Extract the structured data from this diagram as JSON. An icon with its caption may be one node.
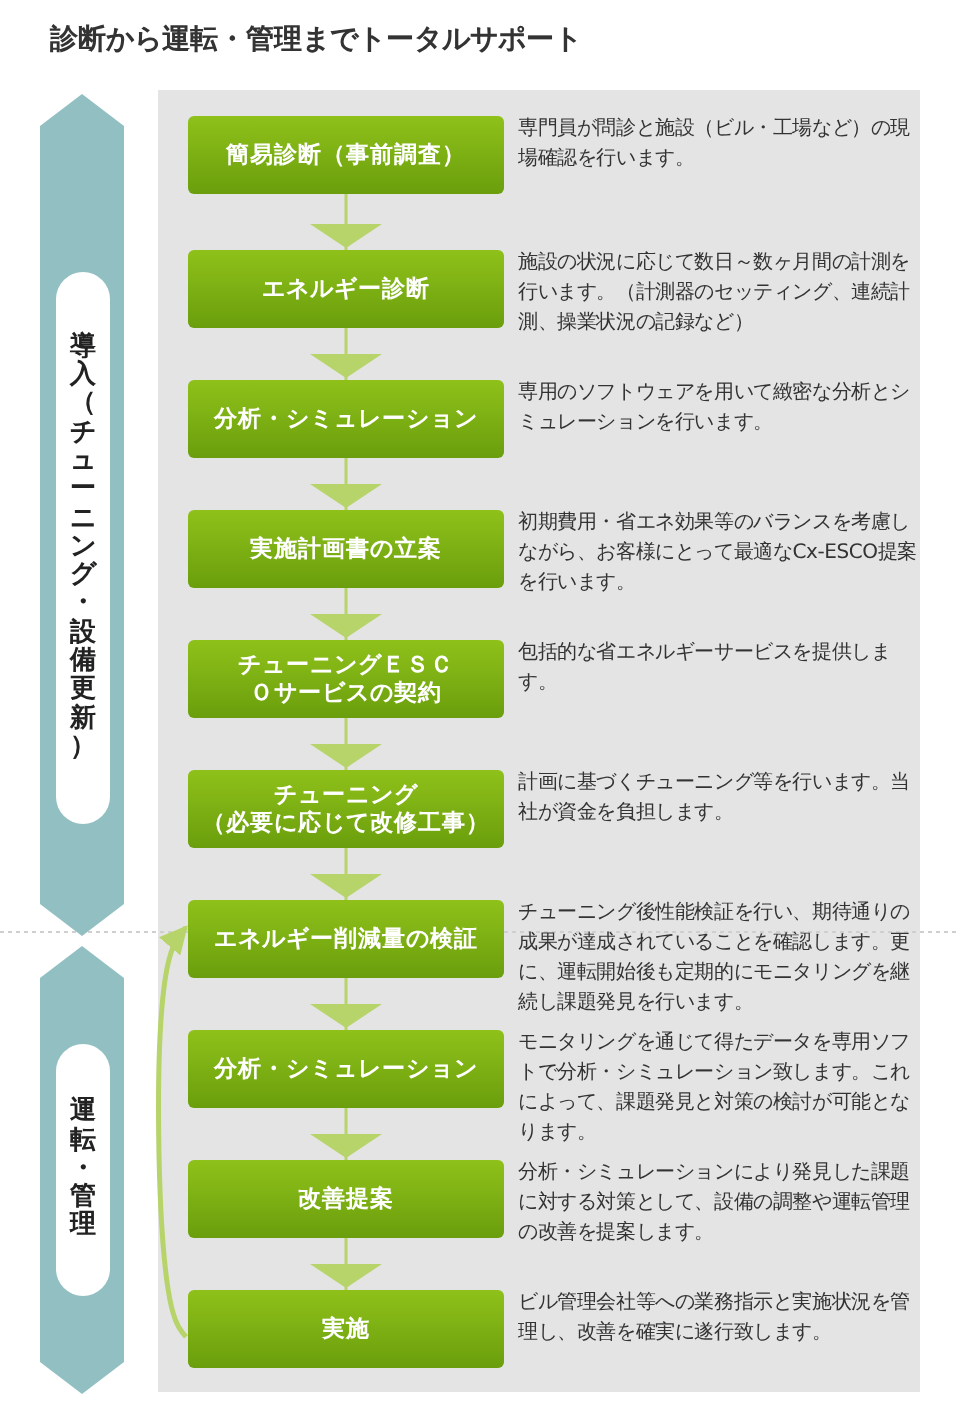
{
  "diagram": {
    "title": "診断から運転・管理までトータルサポート",
    "nodes": [
      {
        "text": [
          "導入（チューニング・設備更新）"
        ]
      },
      {
        "text": [
          "運転・管理"
        ]
      },
      {
        "text": [
          "簡易診断（事前調査）"
        ],
        "beside": [
          "専門員が問診と施設（ビル・工場など）の現場確認を行います。"
        ]
      },
      {
        "text": [
          "エネルギー診断"
        ],
        "beside": [
          "施設の状況に応じて数日～数ヶ月間の計測を行います。（計測器のセッティング、連続計測、操業状況の記録など）"
        ]
      },
      {
        "text": [
          "分析・シミュレーション"
        ],
        "beside": [
          "専用のソフトウェアを用いて緻密な分析とシミュレーションを行います。"
        ]
      },
      {
        "text": [
          "実施計画書の立案"
        ],
        "beside": [
          "初期費用・省エネ効果等のバランスを考慮しながら、お客様にとって最適なCx-ESCO提案を行います。"
        ]
      },
      {
        "text": [
          "チューニングＥＳＣＯサービスの契約"
        ],
        "beside": [
          "包括的な省エネルギーサービスを提供します。"
        ]
      },
      {
        "text": [
          "チューニング",
          "（必要に応じて改修工事）"
        ],
        "beside": [
          "計画に基づくチューニング等を行います。当社が資金を負担します。"
        ]
      },
      {
        "text": [
          "エネルギー削減量の検証"
        ],
        "beside": [
          "チューニング後性能検証を行い、期待通りの成果が達成されていることを確認します。更に、運転開始後も定期的にモニタリングを継続し課題発見を行います。"
        ]
      },
      {
        "text": [
          "分析・シミュレーション"
        ],
        "beside": [
          "モニタリングを通じて得たデータを専用ソフトで分析・シミュレーション致します。これによって、課題発見と対策の検討が可能となります。"
        ]
      },
      {
        "text": [
          "改善提案"
        ],
        "beside": [
          "分析・シミュレーションにより発見した課題に対する対策として、設備の調整や運転管理の改善を提案します。"
        ]
      },
      {
        "text": [
          "実施"
        ],
        "beside": [
          "ビル管理会社等への業務指示と実施状況を管理し、改善を確実に遂行致します。"
        ]
      }
    ],
    "edges": [
      {
        "from": 2,
        "to": 3,
        "arrow": "to"
      },
      {
        "from": 3,
        "to": 4,
        "arrow": "to"
      },
      {
        "from": 4,
        "to": 5,
        "arrow": "to"
      },
      {
        "from": 5,
        "to": 6,
        "arrow": "to"
      },
      {
        "from": 6,
        "to": 7,
        "arrow": "to"
      },
      {
        "from": 7,
        "to": 8,
        "arrow": "to"
      },
      {
        "from": 8,
        "to": 9,
        "arrow": "to"
      },
      {
        "from": 9,
        "to": 10,
        "arrow": "to"
      },
      {
        "from": 10,
        "to": 11,
        "arrow": "to"
      },
      {
        "from": 11,
        "to": 8,
        "arrow": "to"
      }
    ]
  }
}
